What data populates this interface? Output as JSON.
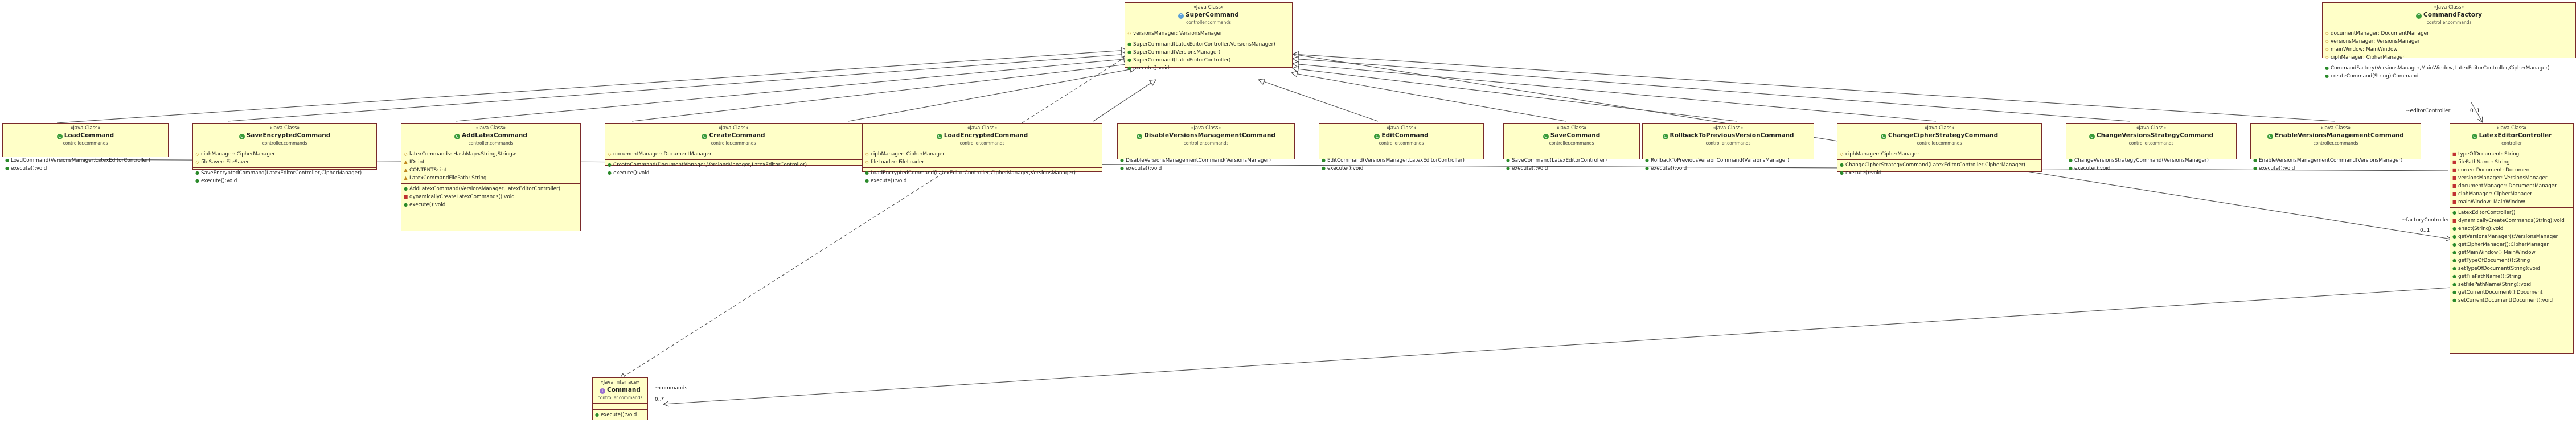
{
  "stereotype_class": "«Java Class»",
  "stereotype_interface": "«Java Interface»",
  "classes": {
    "super": {
      "name": "SuperCommand",
      "pkg": "controller.commands",
      "fields": [
        {
          "v": "~",
          "t": "versionsManager: VersionsManager"
        }
      ],
      "methods": [
        {
          "v": "+",
          "t": "SuperCommand(LatexEditorController,VersionsManager)"
        },
        {
          "v": "+",
          "t": "SuperCommand(VersionsManager)"
        },
        {
          "v": "+",
          "t": "SuperCommand(LatexEditorController)"
        },
        {
          "v": "+",
          "t": "execute():void"
        }
      ]
    },
    "load": {
      "name": "LoadCommand",
      "pkg": "controller.commands",
      "fields": [],
      "methods": [
        {
          "v": "+",
          "t": "LoadCommand(VersionsManager,LatexEditorController)"
        },
        {
          "v": "+",
          "t": "execute():void"
        }
      ]
    },
    "saveenc": {
      "name": "SaveEncryptedCommand",
      "pkg": "controller.commands",
      "fields": [
        {
          "v": "~",
          "t": "ciphManager: CipherManager"
        },
        {
          "v": "~",
          "t": "fileSaver: FileSaver"
        }
      ],
      "methods": [
        {
          "v": "+",
          "t": "SaveEncryptedCommand(LatexEditorController,CipherManager)"
        },
        {
          "v": "+",
          "t": "execute():void"
        }
      ]
    },
    "addlatex": {
      "name": "AddLatexCommand",
      "pkg": "controller.commands",
      "fields": [
        {
          "v": "~",
          "t": "latexCommands: HashMap<String,String>"
        },
        {
          "v": "S",
          "t": "ID: int"
        },
        {
          "v": "S",
          "t": "CONTENTS: int"
        },
        {
          "v": "S",
          "t": "LatexCommandFilePath: String"
        }
      ],
      "methods": [
        {
          "v": "+",
          "t": "AddLatexCommand(VersionsManager,LatexEditorController)"
        },
        {
          "v": "-",
          "t": "dynamicallyCreateLatexCommands():void"
        },
        {
          "v": "+",
          "t": "execute():void"
        }
      ]
    },
    "create": {
      "name": "CreateCommand",
      "pkg": "controller.commands",
      "fields": [
        {
          "v": "~",
          "t": "documentManager: DocumentManager"
        }
      ],
      "methods": [
        {
          "v": "+",
          "t": "CreateCommand(DocumentManager,VersionsManager,LatexEditorController)"
        },
        {
          "v": "+",
          "t": "execute():void"
        }
      ]
    },
    "loadenc": {
      "name": "LoadEncryptedCommand",
      "pkg": "controller.commands",
      "fields": [
        {
          "v": "~",
          "t": "ciphManager: CipherManager"
        },
        {
          "v": "~",
          "t": "fileLoader: FileLoader"
        }
      ],
      "methods": [
        {
          "v": "+",
          "t": "LoadEncryptedCommand(LatexEditorController,CipherManager,VersionsManager)"
        },
        {
          "v": "+",
          "t": "execute():void"
        }
      ]
    },
    "disable": {
      "name": "DisableVersionsManagementCommand",
      "pkg": "controller.commands",
      "fields": [],
      "methods": [
        {
          "v": "+",
          "t": "DisableVersionsManagementCommand(VersionsManager)"
        },
        {
          "v": "+",
          "t": "execute():void"
        }
      ]
    },
    "edit": {
      "name": "EditCommand",
      "pkg": "controller.commands",
      "fields": [],
      "methods": [
        {
          "v": "+",
          "t": "EditCommand(VersionsManager,LatexEditorController)"
        },
        {
          "v": "+",
          "t": "execute():void"
        }
      ]
    },
    "save": {
      "name": "SaveCommand",
      "pkg": "controller.commands",
      "fields": [],
      "methods": [
        {
          "v": "+",
          "t": "SaveCommand(LatexEditorController)"
        },
        {
          "v": "+",
          "t": "execute():void"
        }
      ]
    },
    "rollback": {
      "name": "RollbackToPreviousVersionCommand",
      "pkg": "controller.commands",
      "fields": [],
      "methods": [
        {
          "v": "+",
          "t": "RollbackToPreviousVersionCommand(VersionsManager)"
        },
        {
          "v": "+",
          "t": "execute():void"
        }
      ]
    },
    "chcipher": {
      "name": "ChangeCipherStrategyCommand",
      "pkg": "controller.commands",
      "fields": [
        {
          "v": "~",
          "t": "ciphManager: CipherManager"
        }
      ],
      "methods": [
        {
          "v": "+",
          "t": "ChangeCipherStrategyCommand(LatexEditorController,CipherManager)"
        },
        {
          "v": "+",
          "t": "execute():void"
        }
      ]
    },
    "chversions": {
      "name": "ChangeVersionsStrategyCommand",
      "pkg": "controller.commands",
      "fields": [],
      "methods": [
        {
          "v": "+",
          "t": "ChangeVersionsStrategyCommand(VersionsManager)"
        },
        {
          "v": "+",
          "t": "execute():void"
        }
      ]
    },
    "enable": {
      "name": "EnableVersionsManagementCommand",
      "pkg": "controller.commands",
      "fields": [],
      "methods": [
        {
          "v": "+",
          "t": "EnableVersionsManagementCommand(VersionsManager)"
        },
        {
          "v": "+",
          "t": "execute():void"
        }
      ]
    },
    "factory": {
      "name": "CommandFactory",
      "pkg": "controller.commands",
      "fields": [
        {
          "v": "~",
          "t": "documentManager: DocumentManager"
        },
        {
          "v": "~",
          "t": "versionsManager: VersionsManager"
        },
        {
          "v": "~",
          "t": "mainWindow: MainWindow"
        },
        {
          "v": "~",
          "t": "ciphManager: CipherManager"
        }
      ],
      "methods": [
        {
          "v": "+",
          "t": "CommandFactory(VersionsManager,MainWindow,LatexEditorController,CipherManager)"
        },
        {
          "v": "+",
          "t": "createCommand(String):Command"
        }
      ]
    },
    "controller": {
      "name": "LatexEditorController",
      "pkg": "controller",
      "fields": [
        {
          "v": "-",
          "t": "typeOfDocument: String"
        },
        {
          "v": "-",
          "t": "filePathName: String"
        },
        {
          "v": "-",
          "t": "currentDocument: Document"
        },
        {
          "v": "-",
          "t": "versionsManager: VersionsManager"
        },
        {
          "v": "-",
          "t": "documentManager: DocumentManager"
        },
        {
          "v": "-",
          "t": "ciphManager: CipherManager"
        },
        {
          "v": "-",
          "t": "mainWindow: MainWindow"
        }
      ],
      "methods": [
        {
          "v": "+",
          "t": "LatexEditorController()"
        },
        {
          "v": "-",
          "t": "dynamicallyCreateCommands(String):void"
        },
        {
          "v": "+",
          "t": "enact(String):void"
        },
        {
          "v": "+",
          "t": "getVersionsManager():VersionsManager"
        },
        {
          "v": "+",
          "t": "getCipherManager():CipherManager"
        },
        {
          "v": "+",
          "t": "getMainWindow():MainWindow"
        },
        {
          "v": "+",
          "t": "getTypeOfDocument():String"
        },
        {
          "v": "+",
          "t": "setTypeOfDocument(String):void"
        },
        {
          "v": "+",
          "t": "getFilePathName():String"
        },
        {
          "v": "+",
          "t": "setFilePathName(String):void"
        },
        {
          "v": "+",
          "t": "getCurrentDocument():Document"
        },
        {
          "v": "+",
          "t": "setCurrentDocument(Document):void"
        }
      ]
    },
    "command": {
      "name": "Command",
      "pkg": "controller.commands",
      "fields": [],
      "methods": [
        {
          "v": "+",
          "t": "execute():void"
        }
      ]
    }
  },
  "labels": {
    "editorController": "~editorController",
    "editorMult": "0..1",
    "factoryController": "~factoryController",
    "factoryMult": "0..1",
    "commands": "~commands",
    "commandsMult": "0..*"
  }
}
